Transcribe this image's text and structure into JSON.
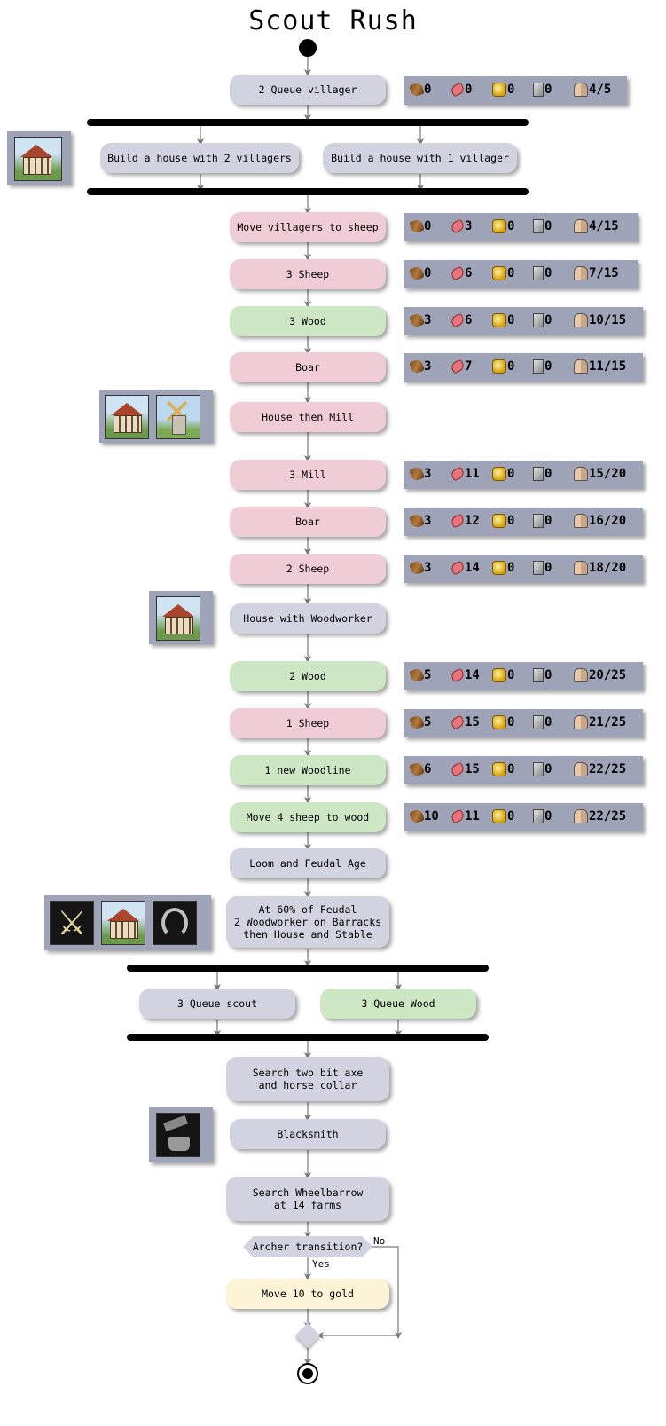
{
  "title": "Scout Rush",
  "nodes": {
    "queue_villager": "2 Queue villager",
    "house_2": "Build a house with 2 villagers",
    "house_1": "Build a house with 1 villager",
    "move_sheep": "Move villagers to sheep",
    "sheep3": "3 Sheep",
    "wood3": "3 Wood",
    "boar1": "Boar",
    "house_mill": "House then Mill",
    "mill3": "3 Mill",
    "boar2": "Boar",
    "sheep2": "2 Sheep",
    "house_woodworker": "House with Woodworker",
    "wood2": "2 Wood",
    "sheep1": "1 Sheep",
    "woodline": "1 new Woodline",
    "move4": "Move 4 sheep to wood",
    "loom": "Loom and Feudal Age",
    "feudal60": "At 60% of Feudal\n2 Woodworker on Barracks\nthen House and Stable",
    "queue_scout": "3 Queue scout",
    "queue_wood": "3 Queue Wood",
    "search_axe": "Search two bit axe\nand horse collar",
    "blacksmith": "Blacksmith",
    "search_wheel": "Search Wheelbarrow\nat 14 farms",
    "decision": "Archer transition?",
    "no": "No",
    "yes": "Yes",
    "move_gold": "Move 10 to gold"
  },
  "resources": [
    {
      "wood": "0",
      "food": "0",
      "gold": "0",
      "stone": "0",
      "pop": "4/5"
    },
    {
      "wood": "0",
      "food": "3",
      "gold": "0",
      "stone": "0",
      "pop": "4/15"
    },
    {
      "wood": "0",
      "food": "6",
      "gold": "0",
      "stone": "0",
      "pop": "7/15"
    },
    {
      "wood": "3",
      "food": "6",
      "gold": "0",
      "stone": "0",
      "pop": "10/15"
    },
    {
      "wood": "3",
      "food": "7",
      "gold": "0",
      "stone": "0",
      "pop": "11/15"
    },
    {
      "wood": "3",
      "food": "11",
      "gold": "0",
      "stone": "0",
      "pop": "15/20"
    },
    {
      "wood": "3",
      "food": "12",
      "gold": "0",
      "stone": "0",
      "pop": "16/20"
    },
    {
      "wood": "3",
      "food": "14",
      "gold": "0",
      "stone": "0",
      "pop": "18/20"
    },
    {
      "wood": "5",
      "food": "14",
      "gold": "0",
      "stone": "0",
      "pop": "20/25"
    },
    {
      "wood": "5",
      "food": "15",
      "gold": "0",
      "stone": "0",
      "pop": "21/25"
    },
    {
      "wood": "6",
      "food": "15",
      "gold": "0",
      "stone": "0",
      "pop": "22/25"
    },
    {
      "wood": "10",
      "food": "11",
      "gold": "0",
      "stone": "0",
      "pop": "22/25"
    }
  ],
  "icons": [
    "wood-icon",
    "food-icon",
    "gold-icon",
    "stone-icon",
    "population-icon",
    "house-icon",
    "mill-icon",
    "barracks-icon",
    "stable-icon",
    "blacksmith-icon"
  ],
  "colors": {
    "gray": "#d2d3e0",
    "food": "#f0cdd5",
    "wood": "#cde6c4",
    "gold": "#fdf3d6",
    "panel": "#9ea3b8"
  }
}
